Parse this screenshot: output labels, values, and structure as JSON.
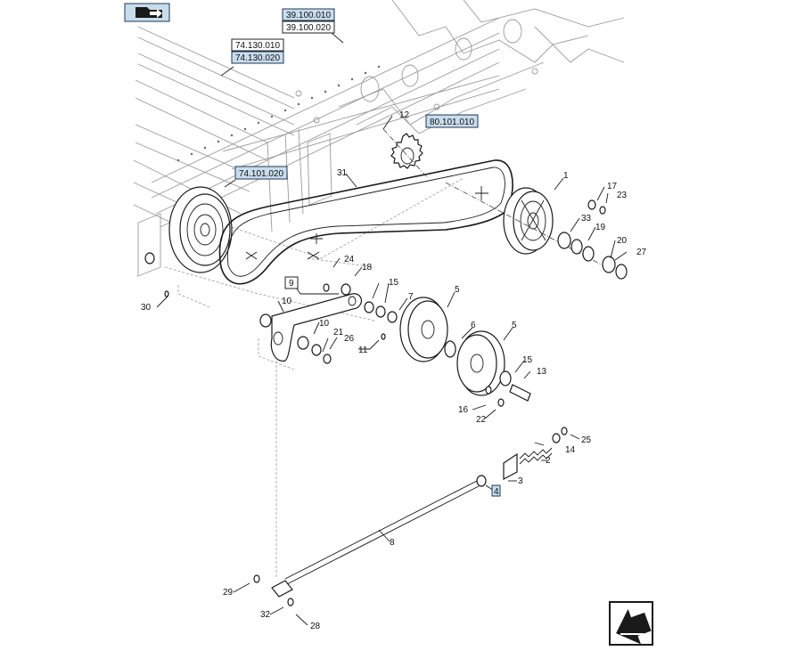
{
  "references": {
    "r1": "39.100.010",
    "r2": "39.100.020",
    "r3": "74.130.010",
    "r4": "74.130.020",
    "r5": "80.101.010",
    "r6": "74.101.020"
  },
  "callouts": {
    "c1": "1",
    "c2": "2",
    "c3": "3",
    "c4": "4",
    "c5a": "5",
    "c5b": "5",
    "c6": "6",
    "c7": "7",
    "c8": "8",
    "c9": "9",
    "c10a": "10",
    "c10b": "10",
    "c11": "11",
    "c12": "12",
    "c13": "13",
    "c14": "14",
    "c15a": "15",
    "c15b": "15",
    "c16": "16",
    "c17": "17",
    "c18": "18",
    "c19": "19",
    "c20": "20",
    "c21": "21",
    "c22": "22",
    "c23": "23",
    "c24": "24",
    "c25": "25",
    "c26": "26",
    "c27": "27",
    "c28": "28",
    "c29": "29",
    "c30": "30",
    "c31": "31",
    "c32": "32",
    "c33": "33"
  },
  "icons": {
    "top_left": "book-arrow-icon",
    "bottom_right": "direction-arrow-icon"
  },
  "colors": {
    "reference_highlight": "#c9dcec",
    "line": "#1a1a1a",
    "frame": "#9a9a9a"
  }
}
